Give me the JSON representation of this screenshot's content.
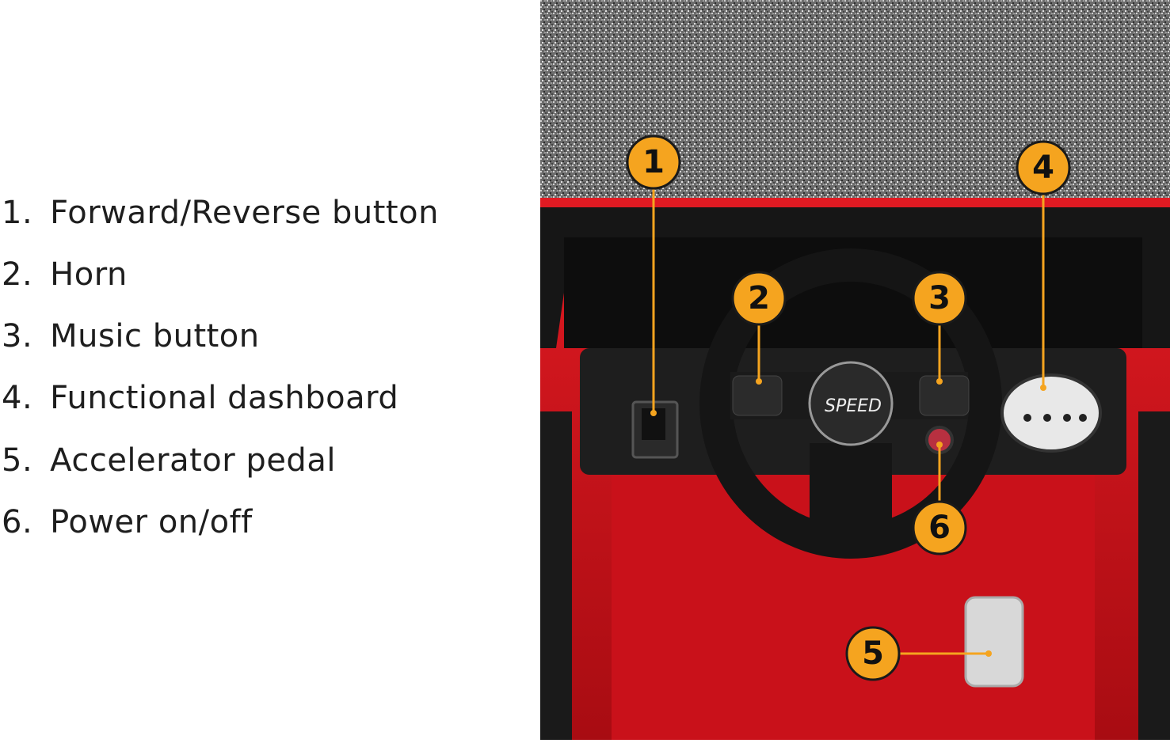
{
  "legend": {
    "items": [
      {
        "number": "1.",
        "label": "Forward/Reverse button"
      },
      {
        "number": "2.",
        "label": "Horn"
      },
      {
        "number": "3.",
        "label": "Music button"
      },
      {
        "number": "4.",
        "label": "Functional dashboard"
      },
      {
        "number": "5.",
        "label": "Accelerator pedal"
      },
      {
        "number": "6.",
        "label": "Power on/off"
      }
    ]
  },
  "callouts": [
    "1",
    "2",
    "3",
    "4",
    "5",
    "6"
  ],
  "logo_text": "SPEED",
  "colors": {
    "callout": "#F5A41F",
    "car_body": "#D5121C",
    "dashboard": "#1A1A1A",
    "text": "#1E1E1E"
  }
}
